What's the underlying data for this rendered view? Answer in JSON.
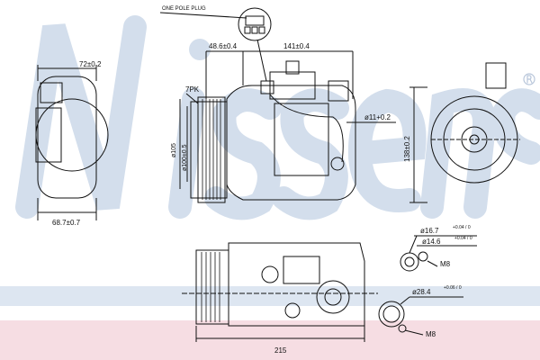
{
  "watermark": {
    "brand": "Nissens",
    "registered": "®"
  },
  "labels": {
    "plug": "ONE POLE PLUG",
    "dim_486": "48.6±0.4",
    "dim_141": "141±0.4",
    "belt": "7PK",
    "dim_11": "ø11+0.2",
    "dim_72": "72±0.2",
    "dim_105": "ø105",
    "dim_100": "ø100±0.5",
    "dim_138": "138±0.2",
    "dim_687": "68.7±0.7",
    "dim_167": "ø16.7",
    "tol_167": "+0.04 / 0",
    "dim_146": "ø14.6",
    "tol_146": "+0.04 / 0",
    "thread_1": "M8",
    "dim_284": "ø28.4",
    "tol_284": "+0.06 / 0",
    "thread_2": "M8",
    "dim_215": "215"
  },
  "colors": {
    "line": "#111111",
    "watermark": "#c9d6e8",
    "band_blue": "#dde6f1",
    "band_pink": "#f6dde3"
  }
}
